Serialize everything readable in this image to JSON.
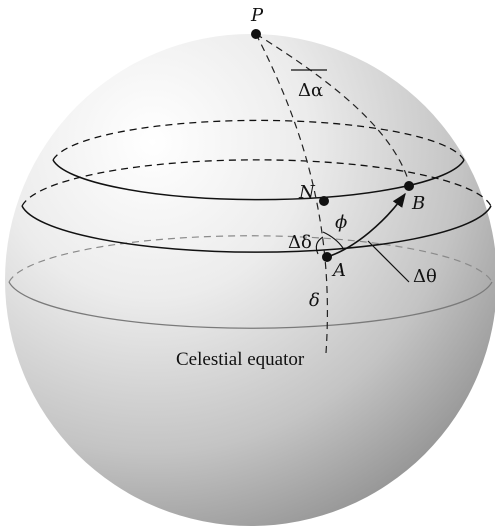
{
  "diagram": {
    "labels": {
      "pole": "P",
      "delta_alpha": "Δα",
      "point_n": "N",
      "point_b": "B",
      "phi": "ϕ",
      "delta_delta": "Δδ",
      "point_a": "A",
      "delta_theta": "Δθ",
      "delta": "δ"
    },
    "caption": "Celestial equator"
  }
}
